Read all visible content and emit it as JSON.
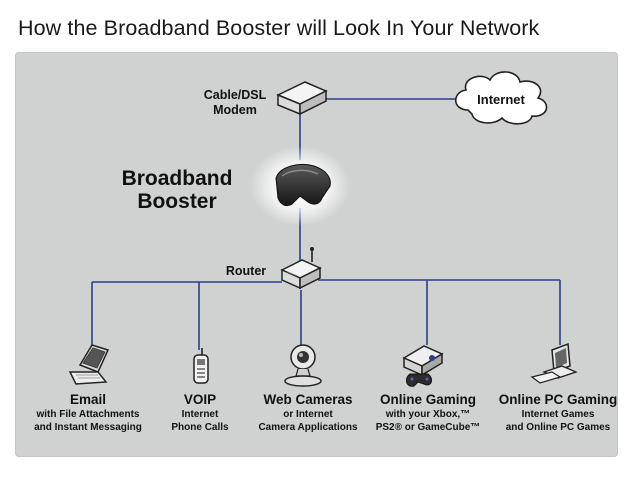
{
  "title": "How the Broadband Booster will Look In Your Network",
  "nodes": {
    "modem": {
      "line1": "Cable/DSL",
      "line2": "Modem"
    },
    "internet": {
      "label": "Internet"
    },
    "booster": {
      "line1": "Broadband",
      "line2": "Booster"
    },
    "router": {
      "label": "Router"
    }
  },
  "devices": [
    {
      "name": "Email",
      "sub1": "with File Attachments",
      "sub2": "and Instant Messaging",
      "icon": "laptop-icon"
    },
    {
      "name": "VOIP",
      "sub1": "Internet",
      "sub2": "Phone Calls",
      "icon": "phone-icon"
    },
    {
      "name": "Web Cameras",
      "sub1": "or Internet",
      "sub2": "Camera Applications",
      "icon": "webcam-icon"
    },
    {
      "name": "Online Gaming",
      "sub1": "with your Xbox,™",
      "sub2": "PS2® or GameCube™",
      "icon": "console-icon"
    },
    {
      "name": "Online PC Gaming",
      "sub1": "Internet Games",
      "sub2": "and Online PC Games",
      "icon": "pc-icon"
    }
  ],
  "colors": {
    "line": "#2a3e8c",
    "panel": "#d0d2d2"
  }
}
